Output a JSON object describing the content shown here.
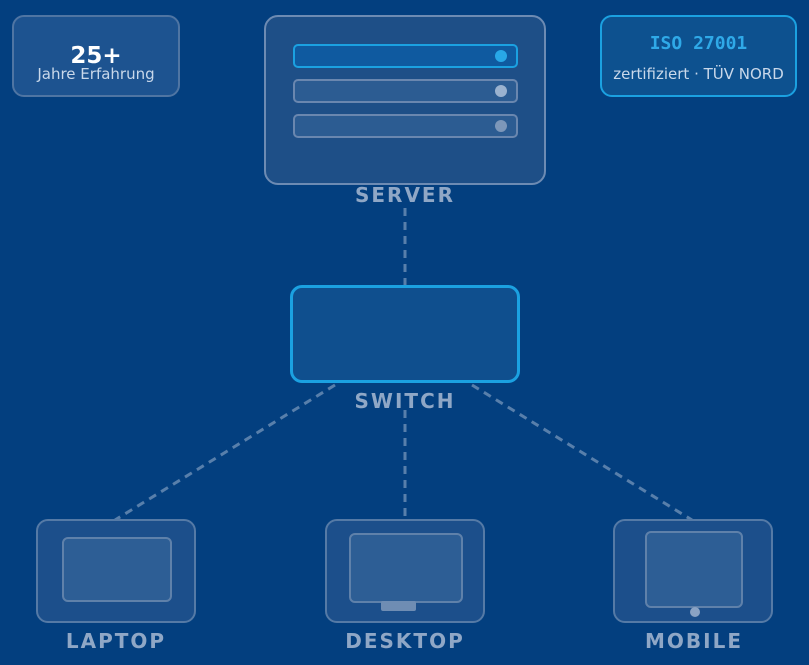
{
  "stat": {
    "value": "25+",
    "label": "Jahre Erfahrung"
  },
  "certification": {
    "value": "ISO 27001",
    "label": "zertifiziert · TÜV NORD"
  },
  "nodes": {
    "server": "SERVER",
    "switch": "SWITCH",
    "laptop": "LAPTOP",
    "desktop": "DESKTOP",
    "mobile": "MOBILE"
  },
  "colors": {
    "background": "#033f7f",
    "accent": "#1ba1e1",
    "card_border": "#4f75a3",
    "connector": "#587fab",
    "label": "#8fa7c6"
  },
  "icons": {
    "server_leds": [
      "active-led",
      "led",
      "dim-led"
    ],
    "switch_ports": [
      "active-port",
      "active-port",
      "port",
      "port",
      "port"
    ]
  }
}
